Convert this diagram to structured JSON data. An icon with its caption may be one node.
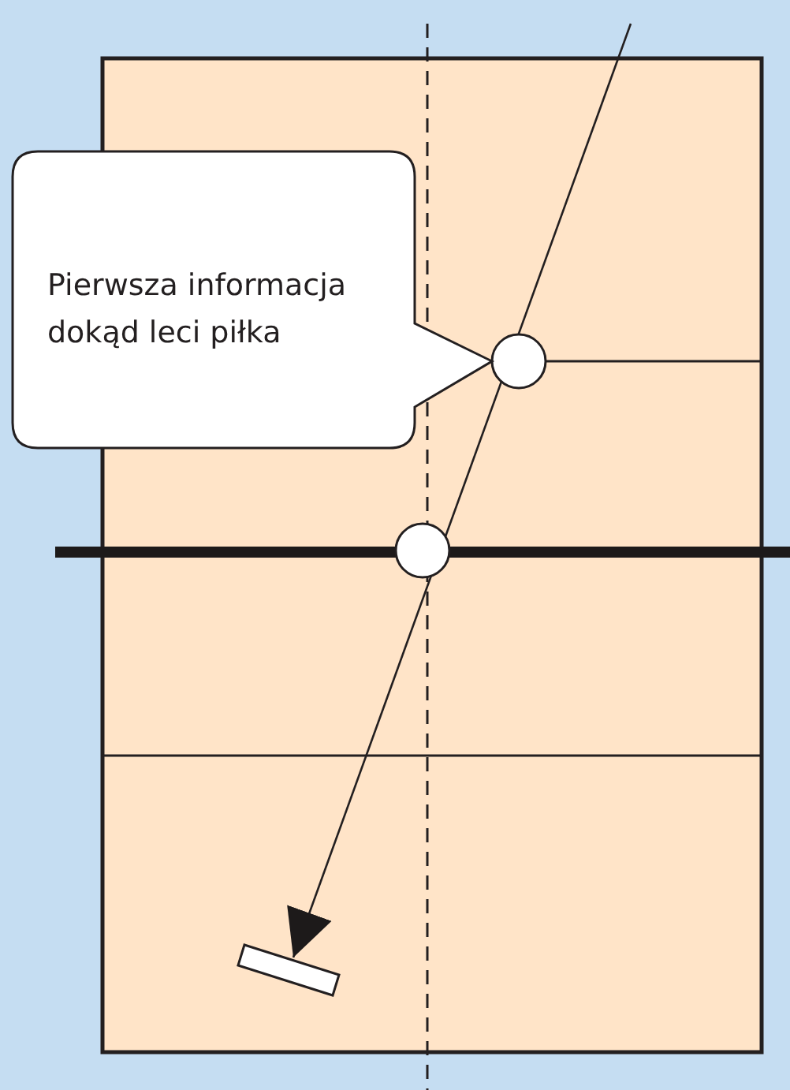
{
  "diagram": {
    "nodes": [
      {
        "text": [
          "Pierwsza informacja dokąd leci piłka"
        ]
      },
      {
        "text": [],
        "shape": "circle"
      },
      {
        "text": [],
        "shape": "circle"
      },
      {
        "text": [],
        "shape": "bar"
      }
    ],
    "edges": [
      {
        "from": null,
        "to": 1,
        "arrow": "none"
      },
      {
        "from": 1,
        "to": 2,
        "arrow": "none"
      },
      {
        "from": 2,
        "to": 3,
        "arrow": "to"
      }
    ]
  }
}
